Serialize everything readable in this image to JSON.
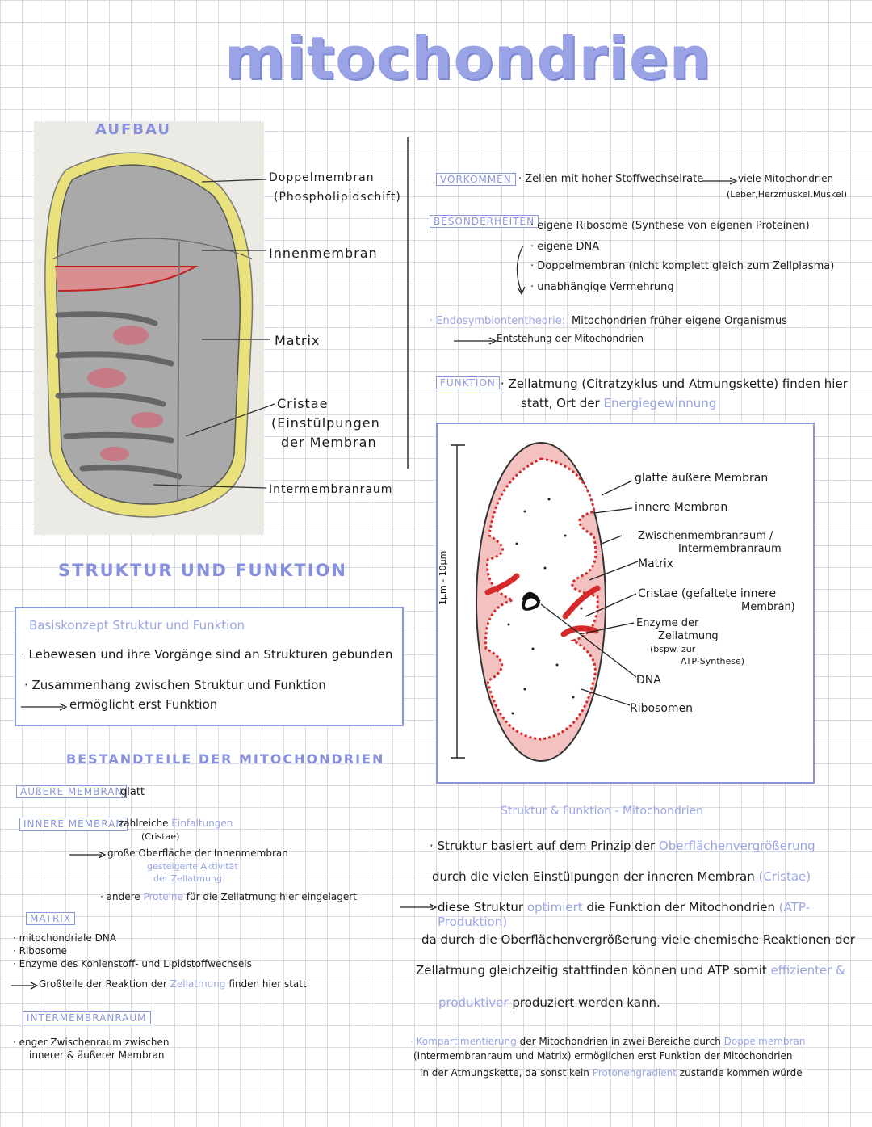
{
  "title": "mitochondrien",
  "aufbau": {
    "heading": "AUFBAU",
    "labels": {
      "doppelmembran_1": "Doppelmembran",
      "doppelmembran_2": "(Phospholipidschift)",
      "innenmembran": "Innenmembran",
      "matrix": "Matrix",
      "cristae_1": "Cristae",
      "cristae_2": "(Einstülpungen",
      "cristae_3": "der Membran",
      "intermembranraum": "Intermembranraum"
    }
  },
  "vorkommen": {
    "label": "VORKOMMEN",
    "text": "· Zellen mit hoher Stoffwechselrate",
    "result_1": "viele Mitochondrien",
    "result_2": "(Leber,Herzmuskel,Muskel)"
  },
  "besonderheiten": {
    "label": "BESONDERHEITEN",
    "items": [
      "· eigene Ribosome (Synthese von eigenen Proteinen)",
      "· eigene DNA",
      "· Doppelmembran (nicht komplett gleich zum Zellplasma)",
      "· unabhängige Vermehrung"
    ]
  },
  "endosymbionten": {
    "term": "· Endosymbiontentheorie:",
    "text": "Mitochondrien früher eigene Organismus",
    "result": "Entstehung der Mitochondrien"
  },
  "funktion": {
    "label": "FUNKTION",
    "line1": "· Zellatmung (Citratzyklus und Atmungskette) finden hier",
    "line2_a": "statt, Ort der",
    "line2_b": "Energiegewinnung"
  },
  "diagram": {
    "scale": "1µm - 10µm",
    "labels": {
      "outer": "glatte äußere Membran",
      "inner": "innere Membran",
      "zwischen_1": "Zwischenmembranraum /",
      "zwischen_2": "Intermembranraum",
      "matrix": "Matrix",
      "cristae_1": "Cristae (gefaltete innere",
      "cristae_2": "Membran)",
      "enzyme_1": "Enzyme der",
      "enzyme_2": "Zellatmung",
      "enzyme_3": "(bspw. zur",
      "enzyme_4": "ATP-Synthese)",
      "dna": "DNA",
      "ribosomen": "Ribosomen"
    }
  },
  "struktur_funktion": {
    "heading": "STRUKTUR UND FUNKTION",
    "box_title": "Basiskonzept Struktur und Funktion",
    "line1": "· Lebewesen und ihre Vorgänge sind an Strukturen gebunden",
    "line2": "· Zusammenhang zwischen Struktur und Funktion",
    "line3": "ermöglicht erst Funktion"
  },
  "bestandteile": {
    "heading": "BESTANDTEILE DER MITOCHONDRIEN",
    "aeussere": {
      "label": "ÄUßERE MEMBRAN",
      "text": "glatt"
    },
    "innere": {
      "label": "INNERE MEMBRAN",
      "text_a": "zahlreiche",
      "text_b": "Einfaltungen",
      "text_c": "(Cristae)",
      "result": "große Oberfläche der Innenmembran",
      "sub_1": "gesteigerte Aktivität",
      "sub_2": "der Zellatmung",
      "extra_a": "· andere",
      "extra_b": "Proteine",
      "extra_c": "für die Zellatmung hier eingelagert"
    },
    "matrix": {
      "label": "MATRIX",
      "items": [
        "· mitochondriale DNA",
        "· Ribosome",
        "· Enzyme des Kohlenstoff- und Lipidstoffwechsels"
      ],
      "result_a": "Großteile der Reaktion der",
      "result_b": "Zellatmung",
      "result_c": "finden hier statt"
    },
    "intermembran": {
      "label": "INTERMEMBRANRAUM",
      "line1": "· enger Zwischenraum zwischen",
      "line2": "innerer & äußerer Membran"
    }
  },
  "sf_mito": {
    "heading": "Struktur & Funktion - Mitochondrien",
    "p1_a": "· Struktur basiert auf dem Prinzip der",
    "p1_b": "Oberflächenvergrößerung",
    "p2_a": "durch die vielen Einstülpungen der inneren Membran",
    "p2_b": "(Cristae)",
    "p3_a": "diese Struktur",
    "p3_b": "optimiert",
    "p3_c": "die Funktion der Mitochondrien",
    "p3_d": "(ATP-Produktion)",
    "p4": "da durch die Oberflächenvergrößerung viele chemische Reaktionen der",
    "p5_a": "Zellatmung gleichzeitig stattfinden können und ATP somit",
    "p5_b": "effizienter &",
    "p6_a": "produktiver",
    "p6_b": "produziert werden kann.",
    "k1_a": "· Kompartimentierung",
    "k1_b": "der Mitochondrien in zwei Bereiche durch",
    "k1_c": "Doppelmembran",
    "k2": "(Intermembranraum und Matrix) ermöglichen erst Funktion der Mitochondrien",
    "k3_a": "in der Atmungskette, da sonst kein",
    "k3_b": "Protonengradient",
    "k3_c": "zustande kommen würde"
  },
  "colors": {
    "accent": "#8b97dd",
    "membrane_red": "#d62a2a",
    "outer_yellow": "#e8e07a"
  }
}
